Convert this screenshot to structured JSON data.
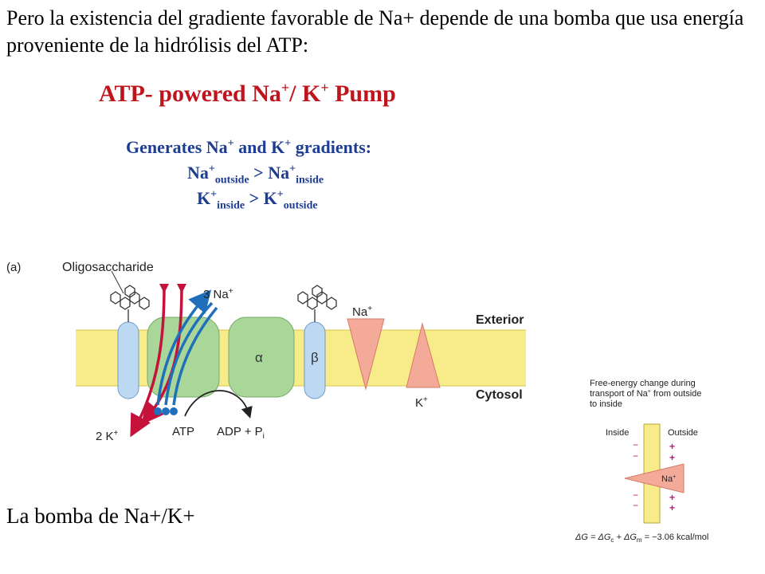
{
  "intro_text": "Pero la existencia del gradiente favorable de Na+ depende de una bomba que usa energía proveniente de la hidrólisis del ATP:",
  "title": {
    "main": "ATP- powered Na",
    "sup1": "+",
    "mid": "/ K",
    "sup2": "+",
    "end": " Pump"
  },
  "gradients": {
    "heading": {
      "a": "Generates Na",
      "sup1": "+",
      "b": " and K",
      "sup2": "+",
      "c": " gradients:"
    },
    "line1": {
      "ion1": "Na",
      "sup1": "+",
      "sub1": "outside",
      "op": " > ",
      "ion2": "Na",
      "sup2": "+",
      "sub2": "inside"
    },
    "line2": {
      "ion1": "K",
      "sup1": "+",
      "sub1": "inside",
      "op": " > ",
      "ion2": "K",
      "sup2": "+",
      "sub2": "outside"
    }
  },
  "diagram": {
    "panel_label": "(a)",
    "oligosaccharide": "Oligosaccharide",
    "three_na": "3 Na",
    "plus": "+",
    "two_k": "2 K",
    "alpha": "α",
    "beta": "β",
    "na": "Na",
    "k": "K",
    "exterior": "Exterior",
    "cytosol": "Cytosol",
    "atp": "ATP",
    "adp": "ADP + P",
    "adp_sub": "i"
  },
  "energy_panel": {
    "caption_lines": [
      "Free-energy change during",
      "transport of Na",
      "from outside",
      "to inside"
    ],
    "caption_sup": "+",
    "inside": "Inside",
    "outside": "Outside",
    "minus": "−",
    "plus": "+",
    "na": "Na",
    "sup": "+",
    "eq": {
      "a": "ΔG = ΔG",
      "c": "c",
      "b": " + ΔG",
      "m": "m",
      "d": " = −3.06 kcal/mol"
    }
  },
  "footer_text": "La bomba de Na+/K+",
  "colors": {
    "title_red": "#c0141c",
    "heading_blue": "#1d3d92",
    "membrane": "#f7eb8a",
    "alpha_green": "#a9d79a",
    "beta_blue": "#bcd9f1",
    "channel_salmon": "#f4aa98",
    "k_arrow_red": "#c4123a",
    "na_arrow_blue": "#1f6fbb",
    "plus_magenta": "#c4127a"
  }
}
